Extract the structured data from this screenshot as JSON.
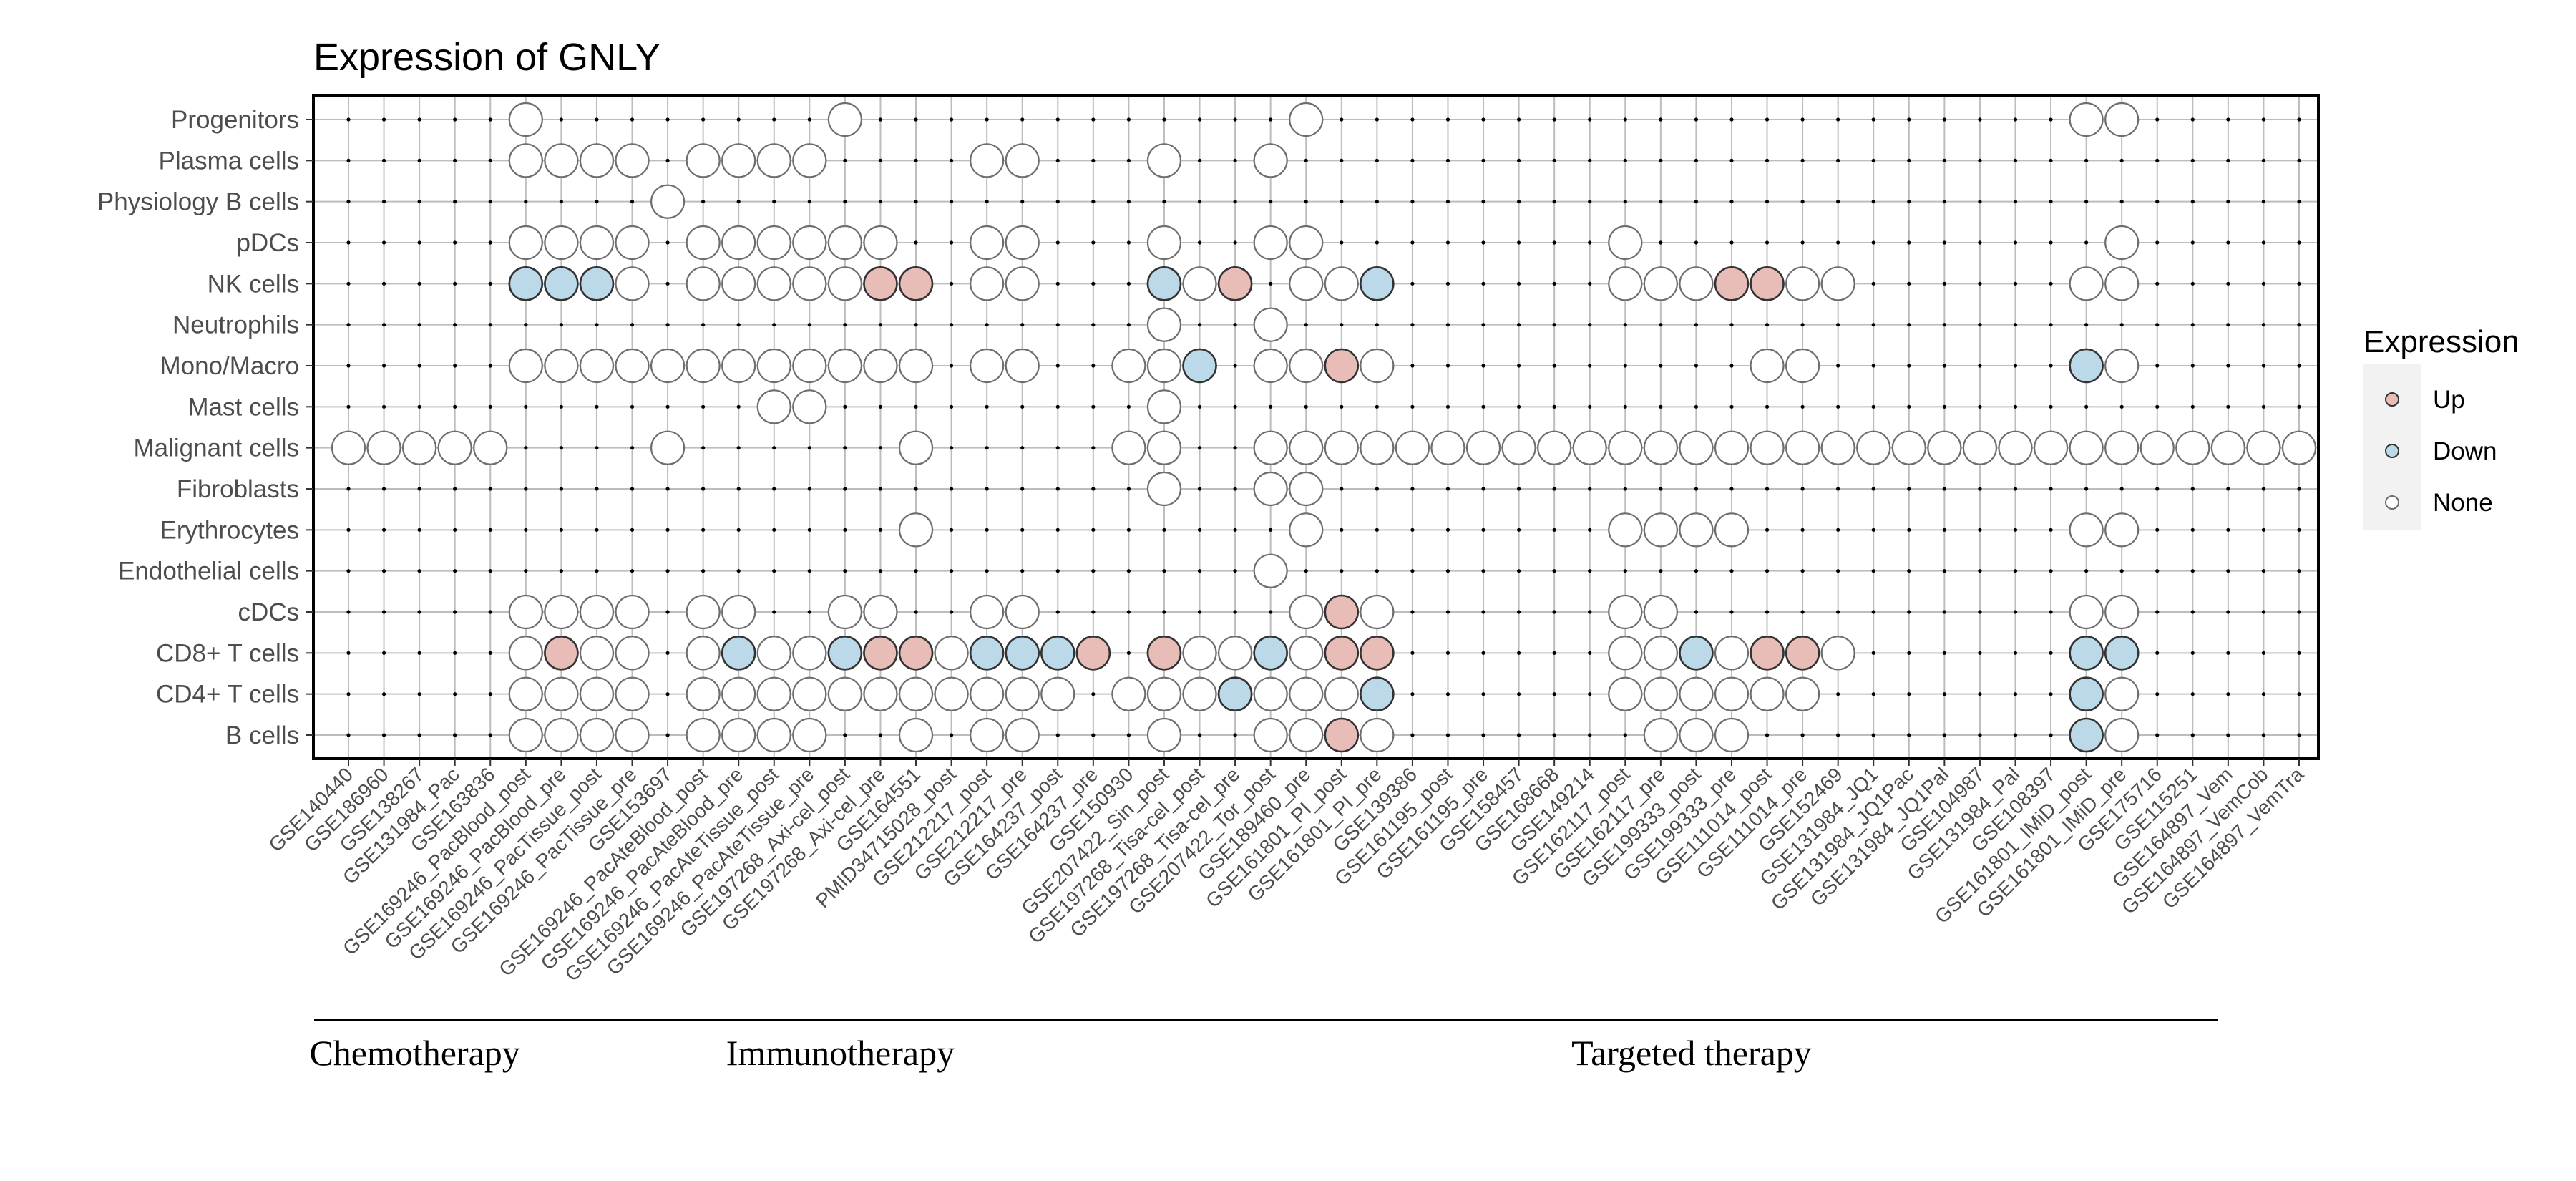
{
  "chart_data": {
    "type": "scatter",
    "title": "Expression of GNLY",
    "xlabel": "",
    "ylabel": "",
    "grid": true,
    "legend_position": "right",
    "legend": {
      "title": "Expression",
      "entries": [
        {
          "label": "Up",
          "color": "#e8bdb8"
        },
        {
          "label": "Down",
          "color": "#bcd9ea"
        },
        {
          "label": "None",
          "color": "#ffffff"
        }
      ]
    },
    "colors": {
      "Up": "#e8bdb8",
      "Down": "#bcd9ea",
      "None": "#ffffff"
    },
    "cell_types": [
      "Progenitors",
      "Plasma cells",
      "Physiology B cells",
      "pDCs",
      "NK cells",
      "Neutrophils",
      "Mono/Macro",
      "Mast cells",
      "Malignant cells",
      "Fibroblasts",
      "Erythrocytes",
      "Endothelial cells",
      "cDCs",
      "CD8+ T cells",
      "CD4+ T cells",
      "B cells"
    ],
    "datasets": [
      "GSE140440",
      "GSE186960",
      "GSE138267",
      "GSE131984_Pac",
      "GSE163836",
      "GSE169246_PacBlood_post",
      "GSE169246_PacBlood_pre",
      "GSE169246_PacTissue_post",
      "GSE169246_PacTissue_pre",
      "GSE153697",
      "GSE169246_PacAteBlood_post",
      "GSE169246_PacAteBlood_pre",
      "GSE169246_PacAteTissue_post",
      "GSE169246_PacAteTissue_pre",
      "GSE197268_Axi-cel_post",
      "GSE197268_Axi-cel_pre",
      "GSE164551",
      "PMID34715028_post",
      "GSE212217_post",
      "GSE212217_pre",
      "GSE164237_post",
      "GSE164237_pre",
      "GSE150930",
      "GSE207422_Sin_post",
      "GSE197268_Tisa-cel_post",
      "GSE197268_Tisa-cel_pre",
      "GSE207422_Tor_post",
      "GSE189460_pre",
      "GSE161801_PI_post",
      "GSE161801_PI_pre",
      "GSE139386",
      "GSE161195_post",
      "GSE161195_pre",
      "GSE158457",
      "GSE168668",
      "GSE149214",
      "GSE162117_post",
      "GSE162117_pre",
      "GSE199333_post",
      "GSE199333_pre",
      "GSE111014_post",
      "GSE111014_pre",
      "GSE152469",
      "GSE131984_JQ1",
      "GSE131984_JQ1Pac",
      "GSE131984_JQ1Pal",
      "GSE104987",
      "GSE131984_Pal",
      "GSE108397",
      "GSE161801_IMiD_post",
      "GSE161801_IMiD_pre",
      "GSE175716",
      "GSE115251",
      "GSE164897_Vem",
      "GSE164897_VemCob",
      "GSE164897_VemTra"
    ],
    "groups": [
      {
        "label": "Chemotherapy",
        "start": 0,
        "end": 4
      },
      {
        "label": "Immunotherapy",
        "start": 5,
        "end": 23
      },
      {
        "label": "Targeted therapy",
        "start": 24,
        "end": 52
      }
    ],
    "points": {
      "Progenitors": {
        "5": "None",
        "14": "None",
        "27": "None",
        "49": "None",
        "50": "None"
      },
      "Plasma cells": {
        "5": "None",
        "6": "None",
        "7": "None",
        "8": "None",
        "10": "None",
        "11": "None",
        "12": "None",
        "13": "None",
        "18": "None",
        "19": "None",
        "23": "None",
        "26": "None"
      },
      "Physiology B cells": {
        "9": "None"
      },
      "pDCs": {
        "5": "None",
        "6": "None",
        "7": "None",
        "8": "None",
        "10": "None",
        "11": "None",
        "12": "None",
        "13": "None",
        "14": "None",
        "15": "None",
        "18": "None",
        "19": "None",
        "23": "None",
        "26": "None",
        "27": "None",
        "36": "None",
        "50": "None"
      },
      "NK cells": {
        "5": "Down",
        "6": "Down",
        "7": "Down",
        "8": "None",
        "10": "None",
        "11": "None",
        "12": "None",
        "13": "None",
        "14": "None",
        "15": "Up",
        "16": "Up",
        "18": "None",
        "19": "None",
        "23": "Down",
        "24": "None",
        "25": "Up",
        "27": "None",
        "28": "None",
        "29": "Down",
        "36": "None",
        "37": "None",
        "38": "None",
        "39": "Up",
        "40": "Up",
        "41": "None",
        "42": "None",
        "49": "None",
        "50": "None"
      },
      "Neutrophils": {
        "23": "None",
        "26": "None"
      },
      "Mono/Macro": {
        "5": "None",
        "6": "None",
        "7": "None",
        "8": "None",
        "9": "None",
        "10": "None",
        "11": "None",
        "12": "None",
        "13": "None",
        "14": "None",
        "15": "None",
        "16": "None",
        "18": "None",
        "19": "None",
        "22": "None",
        "23": "None",
        "24": "Down",
        "26": "None",
        "27": "None",
        "28": "Up",
        "29": "None",
        "40": "None",
        "41": "None",
        "49": "Down",
        "50": "None"
      },
      "Mast cells": {
        "12": "None",
        "13": "None",
        "23": "None"
      },
      "Malignant cells": {
        "0": "None",
        "1": "None",
        "2": "None",
        "3": "None",
        "4": "None",
        "9": "None",
        "16": "None",
        "22": "None",
        "23": "None",
        "26": "None",
        "27": "None",
        "28": "None",
        "29": "None",
        "30": "None",
        "31": "None",
        "32": "None",
        "33": "None",
        "34": "None",
        "35": "None",
        "36": "None",
        "37": "None",
        "38": "None",
        "39": "None",
        "40": "None",
        "41": "None",
        "42": "None",
        "43": "None",
        "44": "None",
        "45": "None",
        "46": "None",
        "47": "None",
        "48": "None",
        "49": "None",
        "50": "None",
        "51": "None",
        "52": "None",
        "53": "None",
        "54": "None",
        "55": "None"
      },
      "Fibroblasts": {
        "23": "None",
        "26": "None",
        "27": "None"
      },
      "Erythrocytes": {
        "16": "None",
        "27": "None",
        "36": "None",
        "37": "None",
        "38": "None",
        "39": "None",
        "49": "None",
        "50": "None"
      },
      "Endothelial cells": {
        "26": "None"
      },
      "cDCs": {
        "5": "None",
        "6": "None",
        "7": "None",
        "8": "None",
        "10": "None",
        "11": "None",
        "14": "None",
        "15": "None",
        "18": "None",
        "19": "None",
        "27": "None",
        "28": "Up",
        "29": "None",
        "36": "None",
        "37": "None",
        "49": "None",
        "50": "None"
      },
      "CD8+ T cells": {
        "5": "None",
        "6": "Up",
        "7": "None",
        "8": "None",
        "10": "None",
        "11": "Down",
        "12": "None",
        "13": "None",
        "14": "Down",
        "15": "Up",
        "16": "Up",
        "17": "None",
        "18": "Down",
        "19": "Down",
        "20": "Down",
        "21": "Up",
        "23": "Up",
        "24": "None",
        "25": "None",
        "26": "Down",
        "27": "None",
        "28": "Up",
        "29": "Up",
        "36": "None",
        "37": "None",
        "38": "Down",
        "39": "None",
        "40": "Up",
        "41": "Up",
        "42": "None",
        "49": "Down",
        "50": "Down"
      },
      "CD4+ T cells": {
        "5": "None",
        "6": "None",
        "7": "None",
        "8": "None",
        "10": "None",
        "11": "None",
        "12": "None",
        "13": "None",
        "14": "None",
        "15": "None",
        "16": "None",
        "17": "None",
        "18": "None",
        "19": "None",
        "20": "None",
        "22": "None",
        "23": "None",
        "24": "None",
        "25": "Down",
        "26": "None",
        "27": "None",
        "28": "None",
        "29": "Down",
        "36": "None",
        "37": "None",
        "38": "None",
        "39": "None",
        "40": "None",
        "41": "None",
        "49": "Down",
        "50": "None"
      },
      "B cells": {
        "5": "None",
        "6": "None",
        "7": "None",
        "8": "None",
        "10": "None",
        "11": "None",
        "12": "None",
        "13": "None",
        "16": "None",
        "18": "None",
        "19": "None",
        "23": "None",
        "26": "None",
        "27": "None",
        "28": "Up",
        "29": "None",
        "37": "None",
        "38": "None",
        "39": "None",
        "49": "Down",
        "50": "None"
      }
    }
  }
}
